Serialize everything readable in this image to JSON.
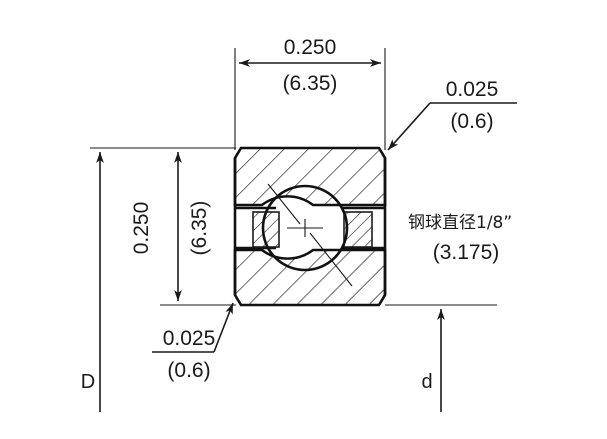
{
  "drawing": {
    "title_text": "",
    "dimensions": {
      "width_top": {
        "imperial": "0.250",
        "metric": "(6.35)"
      },
      "height_left": {
        "imperial": "0.250",
        "metric": "(6.35)"
      },
      "chamfer_top_right": {
        "imperial": "0.025",
        "metric": "(0.6)"
      },
      "chamfer_bottom_left": {
        "imperial": "0.025",
        "metric": "(0.6)"
      },
      "ball_note": {
        "imperial": "钢球直径1/8”",
        "metric": "(3.175)"
      }
    },
    "labels": {
      "outer_diameter": "D",
      "inner_diameter": "d"
    },
    "colors": {
      "line": "#1a1a1a",
      "outline": "#111111",
      "background": "#ffffff"
    }
  }
}
